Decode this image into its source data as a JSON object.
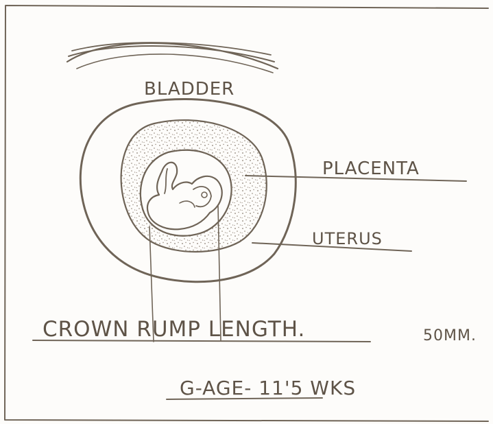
{
  "diagram": {
    "labels": {
      "bladder": "BLADDER",
      "placenta": "PLACENTA",
      "uterus": "UTERUS",
      "crown_rump_length": "CROWN RUMP LENGTH.",
      "crown_rump_length_value": "50MM.",
      "gestational_age": "G-AGE- 11'5 WKS"
    },
    "colors": {
      "ink": "#6f6457",
      "paper": "#fdfcfa"
    }
  }
}
